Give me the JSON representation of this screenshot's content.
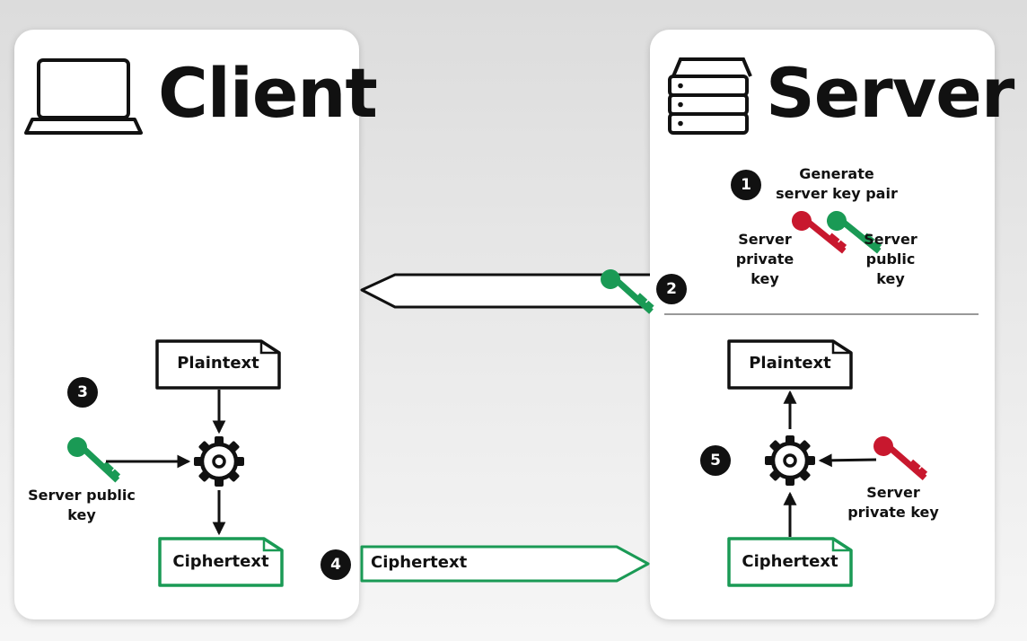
{
  "client": {
    "title": "Client"
  },
  "server": {
    "title": "Server"
  },
  "steps": {
    "s1": {
      "number": "1",
      "label": "Generate\nserver key pair"
    },
    "s2": {
      "number": "2"
    },
    "s3": {
      "number": "3"
    },
    "s4": {
      "number": "4"
    },
    "s5": {
      "number": "5"
    }
  },
  "server_keys": {
    "private_label": "Server\nprivate\nkey",
    "public_label": "Server\npublic\nkey"
  },
  "client_encrypt": {
    "plaintext": "Plaintext",
    "ciphertext": "Ciphertext",
    "key_label": "Server public\nkey"
  },
  "transfer": {
    "ciphertext_label": "Ciphertext"
  },
  "server_decrypt": {
    "plaintext": "Plaintext",
    "ciphertext": "Ciphertext",
    "key_label": "Server\nprivate key"
  },
  "colors": {
    "public_key": "#1a9a55",
    "private_key": "#c8182e",
    "ink": "#111111"
  },
  "icons": {
    "client": "laptop-icon",
    "server": "server-rack-icon",
    "process": "gear-icon",
    "key": "key-icon"
  }
}
